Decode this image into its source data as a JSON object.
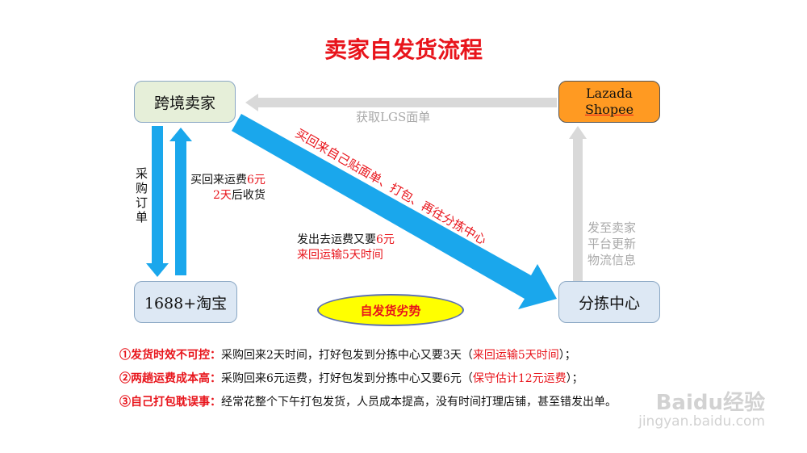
{
  "title": "卖家自发货流程",
  "nodes": {
    "seller": "跨境卖家",
    "platform_line1": "Lazada",
    "platform_line2": "Shopee",
    "supplier": "1688+淘宝",
    "sorting": "分拣中心"
  },
  "edges": {
    "lgs": "获取LGS面单",
    "purchase": "采购订单",
    "buyback_line1_a": "买回来运费",
    "buyback_line1_b": "6元",
    "buyback_line2_a": "2天",
    "buyback_line2_b": "后收货",
    "diag": "买回来自己贴面单、打包、再往分拣中心",
    "shipout_line1_a": "发出去运费又要",
    "shipout_line1_b": "6元",
    "shipout_line2": "来回运输5天时间",
    "tracking_line1": "发至卖家",
    "tracking_line2": "平台更新",
    "tracking_line3": "物流信息"
  },
  "badge": "自发货劣势",
  "notes": [
    {
      "key": "①发货时效不可控：",
      "text": "采购回来2天时间，打好包发到分拣中心又要3天（",
      "red": "来回运输5天时间",
      "tail": "）；"
    },
    {
      "key": "②两趟运费成本高：",
      "text": "采购回来6元运费，打好包发到分拣中心又要6元（",
      "red": "保守估计12元运费",
      "tail": "）；"
    },
    {
      "key": "③自己打包耽误事：",
      "text": "经常花整个下午打包发货，人员成本提高，没有时间打理店铺，",
      "red": "",
      "tail": "甚至错发出单。"
    }
  ],
  "watermark": {
    "brand": "Baidu经验",
    "url": "jingyan.baidu.com"
  },
  "colors": {
    "title": "#e8141b",
    "arrow_blue": "#1aa7ec",
    "arrow_gray": "#d9d9d9",
    "platform": "#ff9a22",
    "badge": "#ffff00"
  }
}
